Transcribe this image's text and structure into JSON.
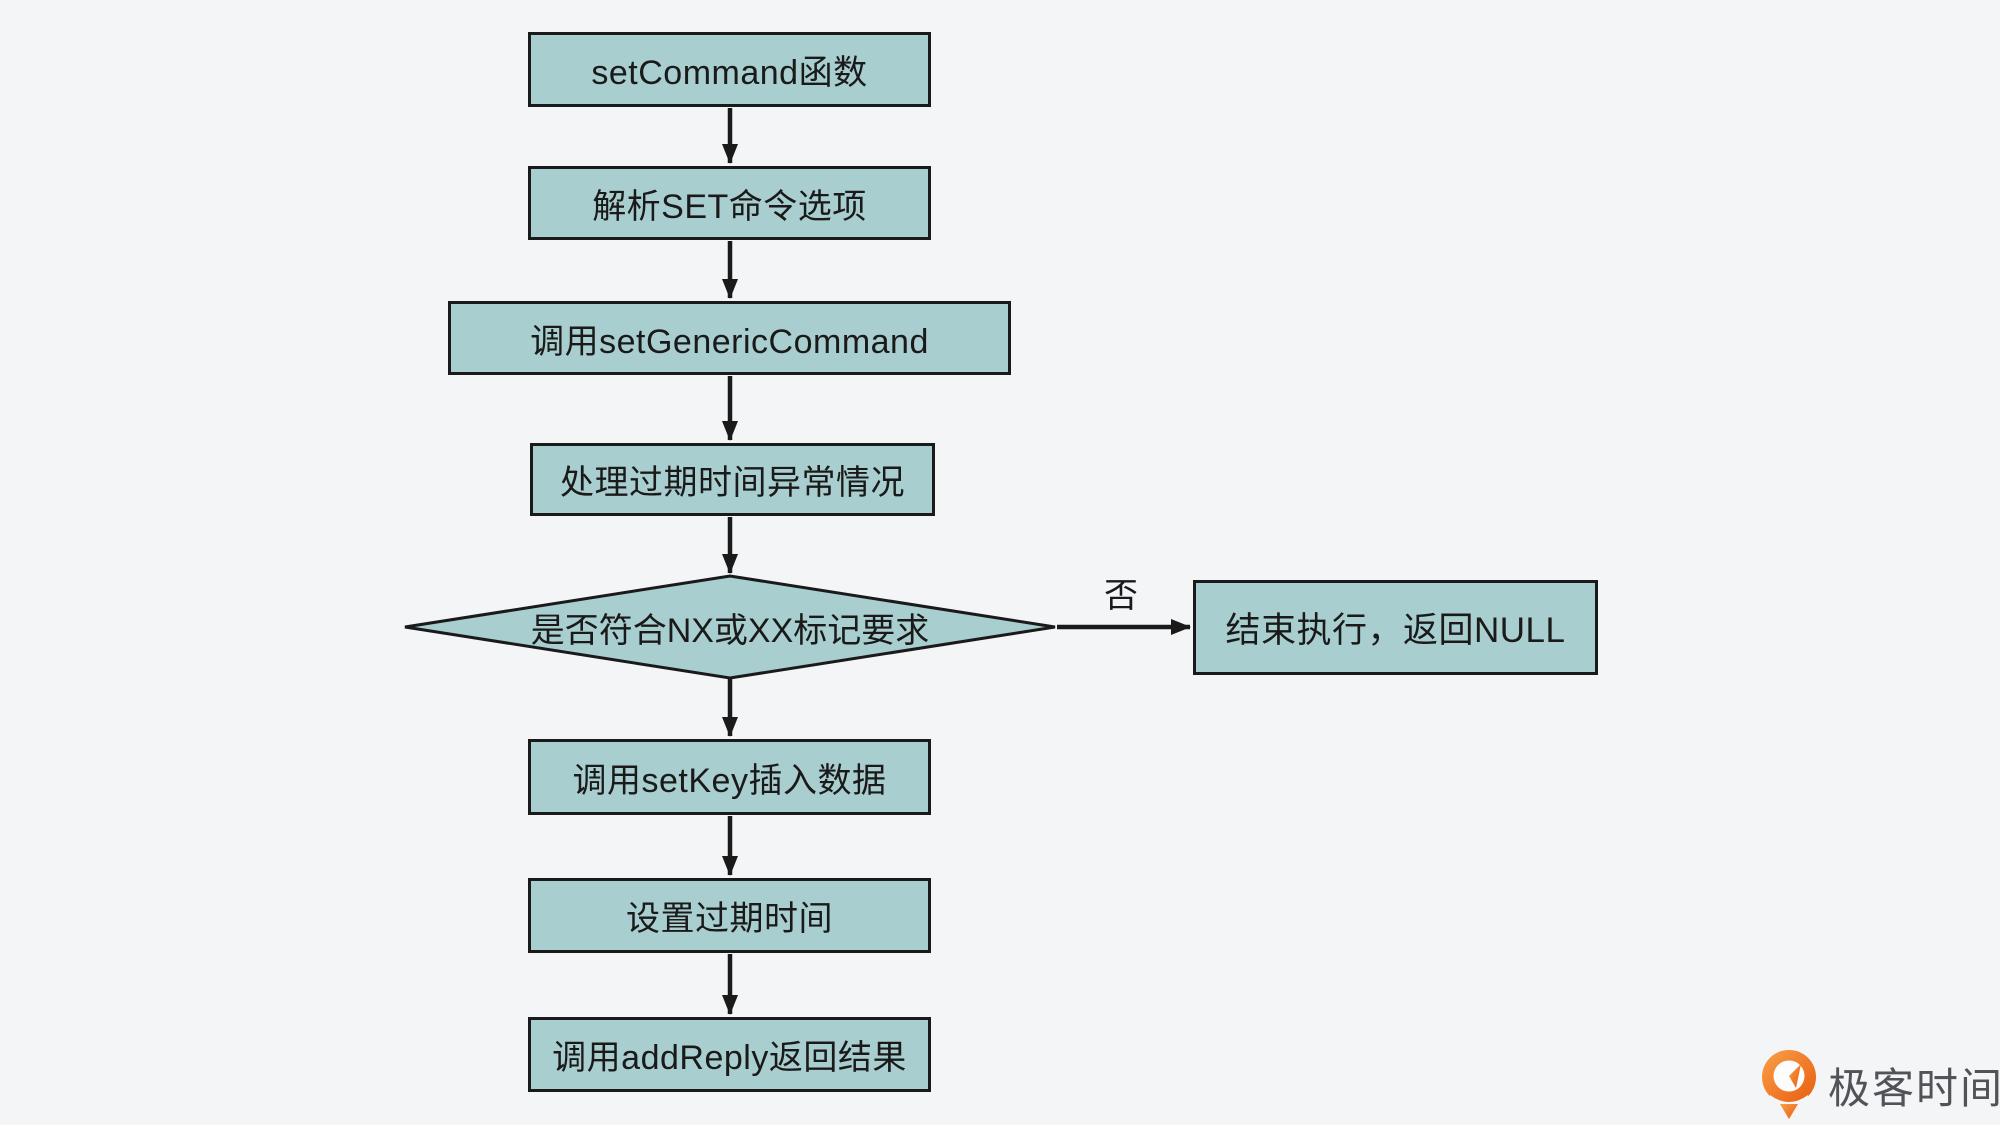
{
  "page": {
    "background_color": "#f3f5f6"
  },
  "diagram": {
    "type": "flowchart",
    "colors": {
      "node_fill": "#a9cecf",
      "node_border": "#1a1a1a",
      "arrow": "#1a1a1a",
      "text": "#1a1a1a"
    },
    "nodes": [
      {
        "id": "set-command",
        "shape": "process",
        "label": "setCommand函数"
      },
      {
        "id": "parse-set-options",
        "shape": "process",
        "label": "解析SET命令选项"
      },
      {
        "id": "call-set-generic-command",
        "shape": "process",
        "label": "调用setGenericCommand"
      },
      {
        "id": "handle-expire-exception",
        "shape": "process",
        "label": "处理过期时间异常情况"
      },
      {
        "id": "nx-xx-flag-decision",
        "shape": "decision",
        "label": "是否符合NX或XX标记要求"
      },
      {
        "id": "return-null",
        "shape": "process",
        "label": "结束执行，返回NULL"
      },
      {
        "id": "call-set-key",
        "shape": "process",
        "label": "调用setKey插入数据"
      },
      {
        "id": "set-expire-time",
        "shape": "process",
        "label": "设置过期时间"
      },
      {
        "id": "call-add-reply",
        "shape": "process",
        "label": "调用addReply返回结果"
      }
    ],
    "edges": [
      {
        "from": "set-command",
        "to": "parse-set-options",
        "label": ""
      },
      {
        "from": "parse-set-options",
        "to": "call-set-generic-command",
        "label": ""
      },
      {
        "from": "call-set-generic-command",
        "to": "handle-expire-exception",
        "label": ""
      },
      {
        "from": "handle-expire-exception",
        "to": "nx-xx-flag-decision",
        "label": ""
      },
      {
        "from": "nx-xx-flag-decision",
        "to": "return-null",
        "label": "否"
      },
      {
        "from": "nx-xx-flag-decision",
        "to": "call-set-key",
        "label": ""
      },
      {
        "from": "call-set-key",
        "to": "set-expire-time",
        "label": ""
      },
      {
        "from": "set-expire-time",
        "to": "call-add-reply",
        "label": ""
      }
    ]
  },
  "branding": {
    "logo_text": "极客时间",
    "logo_text_color": "#515358",
    "logo_icon_color_start": "#f9a04a",
    "logo_icon_color_end": "#e95c0d"
  }
}
